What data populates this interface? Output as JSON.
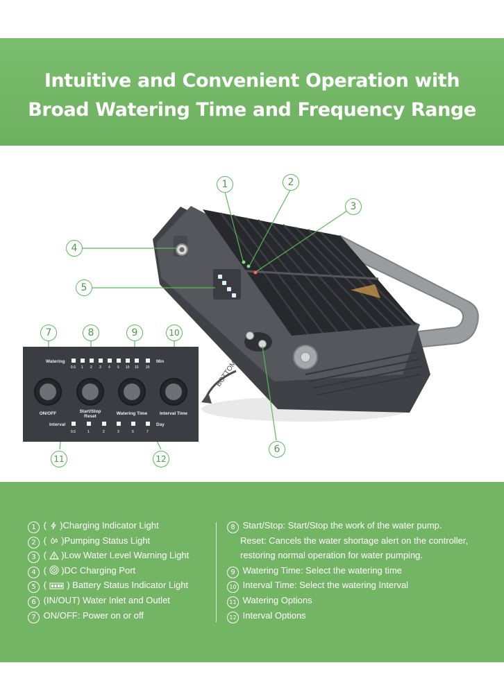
{
  "header": {
    "line1": "Intuitive and Convenient Operation with",
    "line2": "Broad Watering Time and Frequency Range"
  },
  "callouts": [
    "1",
    "2",
    "3",
    "4",
    "5",
    "6",
    "7",
    "8",
    "9",
    "10",
    "11",
    "12"
  ],
  "panel": {
    "watering_label": "Watering",
    "watering_unit": "Min",
    "watering_ticks": [
      "0.5",
      "1",
      "2",
      "3",
      "4",
      "5",
      "10",
      "15",
      "20"
    ],
    "interval_label": "Interval",
    "interval_unit": "Day",
    "interval_ticks": [
      "0.5",
      "1",
      "2",
      "3",
      "5",
      "7"
    ],
    "buttons": [
      {
        "label": "ON/OFF"
      },
      {
        "label": "Start/Stop\nReset"
      },
      {
        "label": "Watering Time"
      },
      {
        "label": "Interval Time"
      }
    ]
  },
  "device": {
    "bottom_label": "BOTTOM"
  },
  "legend": {
    "left": [
      {
        "num": "1",
        "pre": "(",
        "icon": "lightning-icon",
        "text": ")Charging Indicator Light"
      },
      {
        "num": "2",
        "pre": "(",
        "icon": "water-drop-icon",
        "text": ")Pumping Status Light"
      },
      {
        "num": "3",
        "pre": "(",
        "icon": "warning-icon",
        "text": ")Low Water Level Warning Light"
      },
      {
        "num": "4",
        "pre": "(",
        "icon": "dc-port-icon",
        "text": ")DC Charging Port"
      },
      {
        "num": "5",
        "pre": "(",
        "icon": "battery-icon",
        "text": ") Battery Status Indicator Light"
      },
      {
        "num": "6",
        "pre": "",
        "icon": "",
        "text": "(IN/OUT) Water Inlet and Outlet"
      },
      {
        "num": "7",
        "pre": "",
        "icon": "",
        "text": "ON/OFF: Power on or off"
      }
    ],
    "right": [
      {
        "num": "8",
        "text": "Start/Stop: Start/Stop the work of the water pump."
      },
      {
        "num": "",
        "text": "Reset: Cancels the water shortage alert on the controller,"
      },
      {
        "num": "",
        "text": "restoring normal operation for water pumping."
      },
      {
        "num": "9",
        "text": "Watering Time:  Select the watering time"
      },
      {
        "num": "10",
        "text": "Interval Time:  Select the watering Interval"
      },
      {
        "num": "11",
        "text": "Watering Options"
      },
      {
        "num": "12",
        "text": "Interval Options"
      }
    ]
  },
  "colors": {
    "brand_green": "#73b465",
    "callout_green": "#5bb85a",
    "device_gray": "#4a4c51",
    "panel_dark": "#3b3d42"
  }
}
